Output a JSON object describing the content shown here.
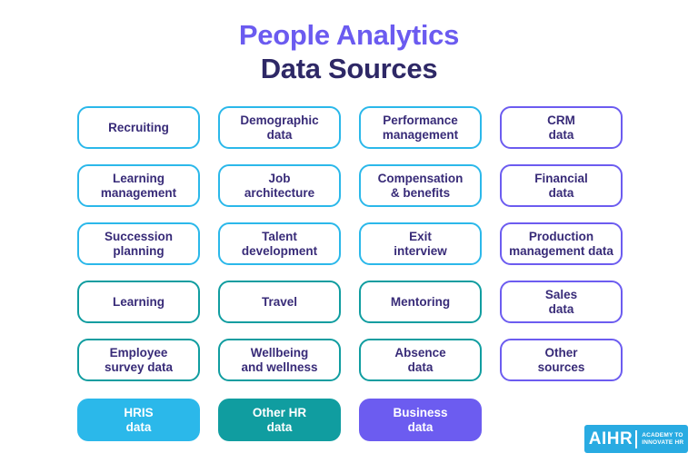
{
  "title": {
    "line1": "People Analytics",
    "line2": "Data Sources"
  },
  "colors": {
    "hris": "#2BB8EA",
    "other_hr": "#109DA0",
    "business": "#6C5CF0",
    "title_accent": "#6B5BF0",
    "title_dark": "#2E2866",
    "box_text": "#382B78",
    "logo_bg": "#29ABE2"
  },
  "grid": {
    "boxes": [
      {
        "label": "Recruiting",
        "category": "hris"
      },
      {
        "label": "Demographic\ndata",
        "category": "hris"
      },
      {
        "label": "Performance\nmanagement",
        "category": "hris"
      },
      {
        "label": "CRM\ndata",
        "category": "business"
      },
      {
        "label": "Learning\nmanagement",
        "category": "hris"
      },
      {
        "label": "Job\narchitecture",
        "category": "hris"
      },
      {
        "label": "Compensation\n& benefits",
        "category": "hris"
      },
      {
        "label": "Financial\ndata",
        "category": "business"
      },
      {
        "label": "Succession\nplanning",
        "category": "hris"
      },
      {
        "label": "Talent\ndevelopment",
        "category": "hris"
      },
      {
        "label": "Exit\ninterview",
        "category": "hris"
      },
      {
        "label": "Production\nmanagement data",
        "category": "business"
      },
      {
        "label": "Learning",
        "category": "other_hr"
      },
      {
        "label": "Travel",
        "category": "other_hr"
      },
      {
        "label": "Mentoring",
        "category": "other_hr"
      },
      {
        "label": "Sales\ndata",
        "category": "business"
      },
      {
        "label": "Employee\nsurvey data",
        "category": "other_hr"
      },
      {
        "label": "Wellbeing\nand wellness",
        "category": "other_hr"
      },
      {
        "label": "Absence\ndata",
        "category": "other_hr"
      },
      {
        "label": "Other\nsources",
        "category": "business"
      }
    ]
  },
  "legend": [
    {
      "label": "HRIS\ndata",
      "category": "hris"
    },
    {
      "label": "Other HR\ndata",
      "category": "other_hr"
    },
    {
      "label": "Business\ndata",
      "category": "business"
    }
  ],
  "logo": {
    "brand": "AIHR",
    "tagline_line1": "ACADEMY TO",
    "tagline_line2": "INNOVATE HR"
  }
}
